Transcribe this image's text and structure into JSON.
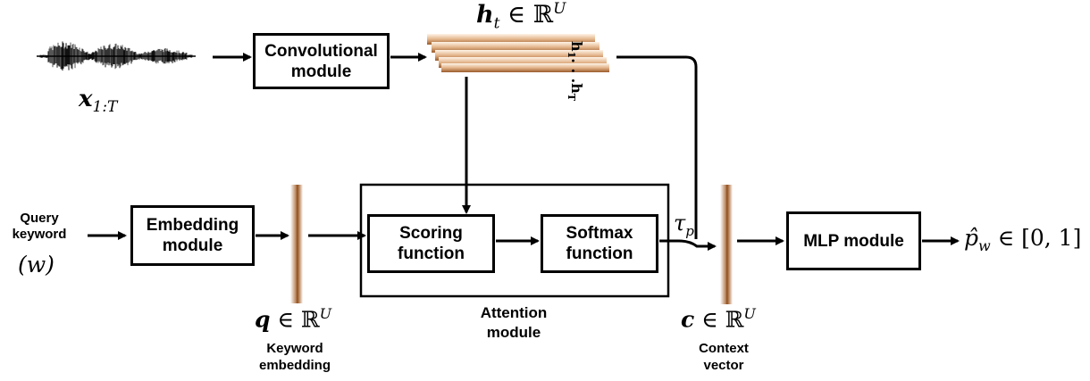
{
  "waveform": {
    "label_main": "x",
    "label_sub": "1:T"
  },
  "boxes": {
    "conv": "Convolutional\nmodule",
    "embed": "Embedding\nmodule",
    "scoring": "Scoring\nfunction",
    "softmax": "Softmax\nfunction",
    "mlp": "MLP module"
  },
  "hidden": {
    "label_var": "h",
    "label_sub": "t",
    "label_rest": " ∈ ℝ",
    "label_sup": "U",
    "seq_first": "h",
    "seq_first_sub": "1",
    "seq_dots": ". . .",
    "seq_last": "h",
    "seq_last_sub": "T"
  },
  "query": {
    "title": "Query\nkeyword",
    "symbol": "(w)"
  },
  "q_vec": {
    "var": "q",
    "rest": " ∈ ℝ",
    "sup": "U",
    "caption": "Keyword\nembedding"
  },
  "attention": {
    "caption": "Attention\nmodule"
  },
  "tau": {
    "var": "τ",
    "sub": "p"
  },
  "c_vec": {
    "var": "c",
    "rest": " ∈ ℝ",
    "sup": "U",
    "caption": "Context\nvector"
  },
  "output": {
    "var": "p̂",
    "sub": "w",
    "rest": " ∈ [0, 1]"
  }
}
